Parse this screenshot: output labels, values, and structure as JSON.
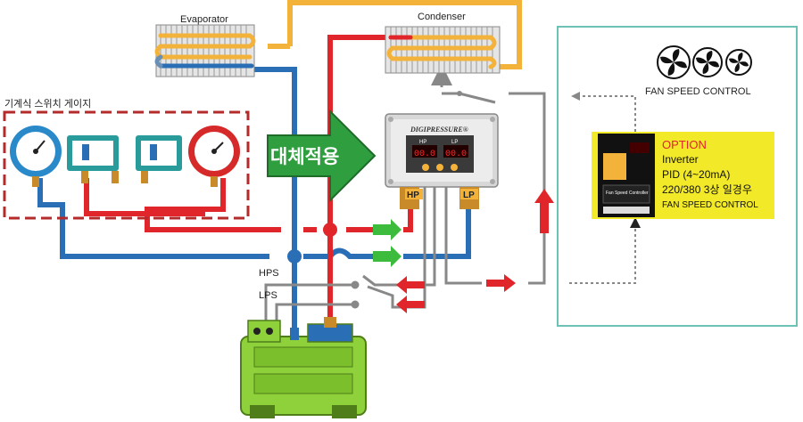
{
  "labels": {
    "evaporator": "Evaporator",
    "condenser": "Condenser",
    "gauge_group": "기계식 스위치 게이지",
    "replace_arrow": "대체적용",
    "hps": "HPS",
    "lps": "LPS",
    "fan_speed_control": "FAN SPEED CONTROL"
  },
  "device": {
    "brand": "DIGIPRESSURE®",
    "hp_display": "00.0",
    "lp_display": "00.0",
    "hp_tag": "HP",
    "lp_tag": "LP",
    "hp_port": "HP",
    "lp_port": "LP"
  },
  "option_box": {
    "title": "OPTION",
    "line1": "Inverter",
    "line2": "PID (4~20mA)",
    "line3": "220/380 3상 일경우",
    "line4": "FAN SPEED CONTROL",
    "controller_label": "Fan Speed Controller"
  },
  "colors": {
    "high_pressure": "#e0262b",
    "low_pressure": "#2a6fb5",
    "condenser_line": "#f3b23a",
    "compressor": "#8ed13a",
    "replace_arrow": "#2e9e3e",
    "option_bg": "#f2e928",
    "panel_border": "#6cc3b5"
  }
}
